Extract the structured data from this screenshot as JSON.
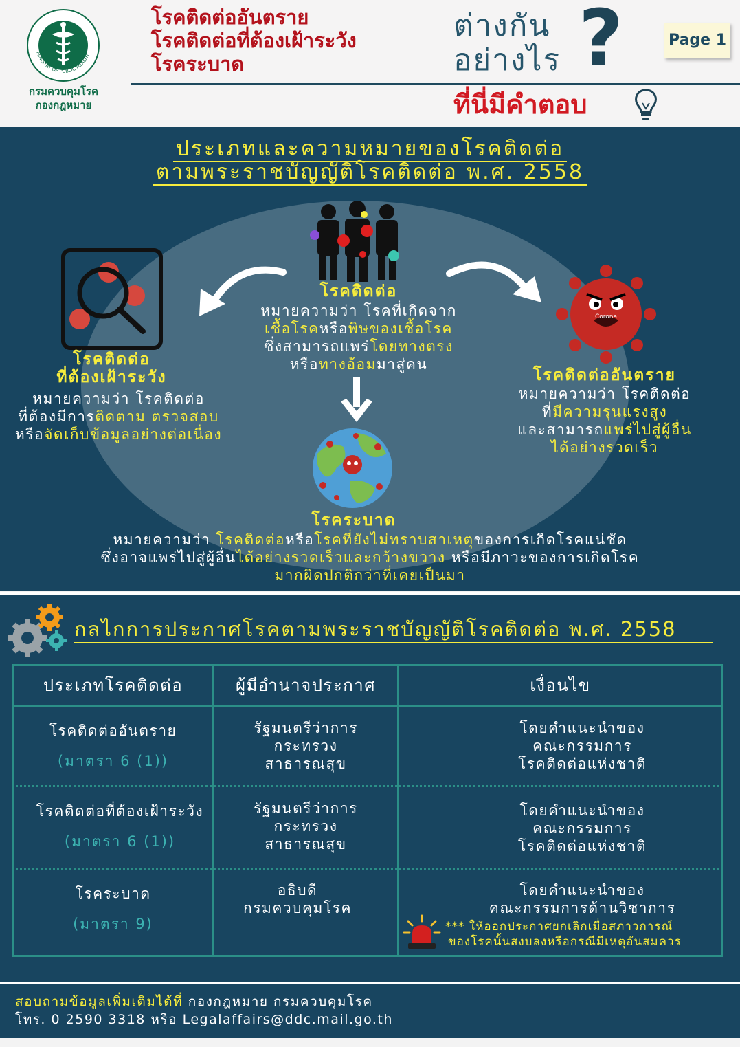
{
  "header": {
    "department": "กรมควบคุมโรค",
    "division": "กองกฎหมาย",
    "title_lines": [
      "โรคติดต่ออันตราย",
      "โรคติดต่อที่ต้องเฝ้าระวัง",
      "โรคระบาด"
    ],
    "difference_lines": [
      "ต่างกัน",
      "อย่างไร"
    ],
    "question_mark": "?",
    "answer_here": "ที่นี่มีคำตอบ",
    "page_label": "Page 1",
    "seal_text": "MINISTRY OF PUBLIC HEALTH"
  },
  "section1": {
    "title_line1": "ประเภทและความหมายของโรคติดต่อ",
    "title_line2": "ตามพระราชบัญญัติโรคติดต่อ พ.ศ. 2558",
    "communicable": {
      "label": "โรคติดต่อ",
      "l1": "หมายความว่า โรคที่เกิดจาก",
      "l2a": "เชื้อโรค",
      "l2b": "หรือ",
      "l2c": "พิษของเชื้อโรค",
      "l3a": "ซึ่งสามารถแพร่",
      "l3b": "โดยทางตรง",
      "l4a": "หรือ",
      "l4b": "ทางอ้อม",
      "l4c": "มาสู่คน"
    },
    "surveillance": {
      "label1": "โรคติดต่อ",
      "label2": "ที่ต้องเฝ้าระวัง",
      "l1": "หมายความว่า โรคติดต่อ",
      "l2a": "ที่ต้องมีการ",
      "l2b": "ติดตาม ตรวจสอบ",
      "l3a": "หรือ",
      "l3b": "จัดเก็บข้อมูลอย่างต่อเนื่อง"
    },
    "dangerous": {
      "label": "โรคติดต่ออันตราย",
      "l1": "หมายความว่า โรคติดต่อ",
      "l2a": "ที่",
      "l2b": "มีความรุนแรงสูง",
      "l3a": "และสามารถ",
      "l3b": "แพร่ไปสู่ผู้อื่น",
      "l4": "ได้อย่างรวดเร็ว"
    },
    "epidemic": {
      "label": "โรคระบาด",
      "l1a": "หมายความว่า ",
      "l1b": "โรคติดต่อ",
      "l1c": "หรือ",
      "l1d": "โรคที่ยังไม่ทราบสาเหตุ",
      "l1e": "ของการเกิดโรคแน่ชัด",
      "l2a": "ซึ่งอาจแพร่ไปสู่ผู้อื่น",
      "l2b": "ได้อย่างรวดเร็วและกว้างขวาง",
      "l2c": " หรือมีภาวะของการเกิดโรค",
      "l3": "มากผิดปกติกว่าที่เคยเป็นมา"
    },
    "virus_label": "Corona"
  },
  "section2": {
    "title": "กลไกการประกาศโรคตามพระราชบัญญัติโรคติดต่อ พ.ศ. 2558",
    "headers": [
      "ประเภทโรคติดต่อ",
      "ผู้มีอำนาจประกาศ",
      "เงื่อนไข"
    ],
    "rows": [
      {
        "type": "โรคติดต่ออันตราย",
        "section": "(มาตรา 6 (1))",
        "auth": [
          "รัฐมนตรีว่าการ",
          "กระทรวง",
          "สาธารณสุข"
        ],
        "cond": [
          "โดยคำแนะนำของ",
          "คณะกรรมการ",
          "โรคติดต่อแห่งชาติ"
        ]
      },
      {
        "type": "โรคติดต่อที่ต้องเฝ้าระวัง",
        "section": "(มาตรา 6 (1))",
        "auth": [
          "รัฐมนตรีว่าการ",
          "กระทรวง",
          "สาธารณสุข"
        ],
        "cond": [
          "โดยคำแนะนำของ",
          "คณะกรรมการ",
          "โรคติดต่อแห่งชาติ"
        ]
      },
      {
        "type": "โรคระบาด",
        "section": "(มาตรา 9)",
        "auth": [
          "อธิบดี",
          "กรมควบคุมโรค"
        ],
        "cond": [
          "โดยคำแนะนำของ",
          "คณะกรรมการด้านวิชาการ"
        ]
      }
    ],
    "note_line1": "*** ให้ออกประกาศยกเลิกเมื่อสภาวการณ์",
    "note_line2": "ของโรคนั้นสงบลงหรือกรณีมีเหตุอันสมควร"
  },
  "footer": {
    "l1a": "สอบถามข้อมูลเพิ่มเติมได้ที่ ",
    "l1b": "กองกฎหมาย กรมควบคุมโรค",
    "l2": "โทร. 0 2590 3318 หรือ Legalaffairs@ddc.mail.go.th"
  },
  "colors": {
    "navy": "#184560",
    "yellow": "#f6ec3d",
    "red": "#b3121c",
    "teal": "#2b8f87",
    "green": "#0f6c48"
  }
}
